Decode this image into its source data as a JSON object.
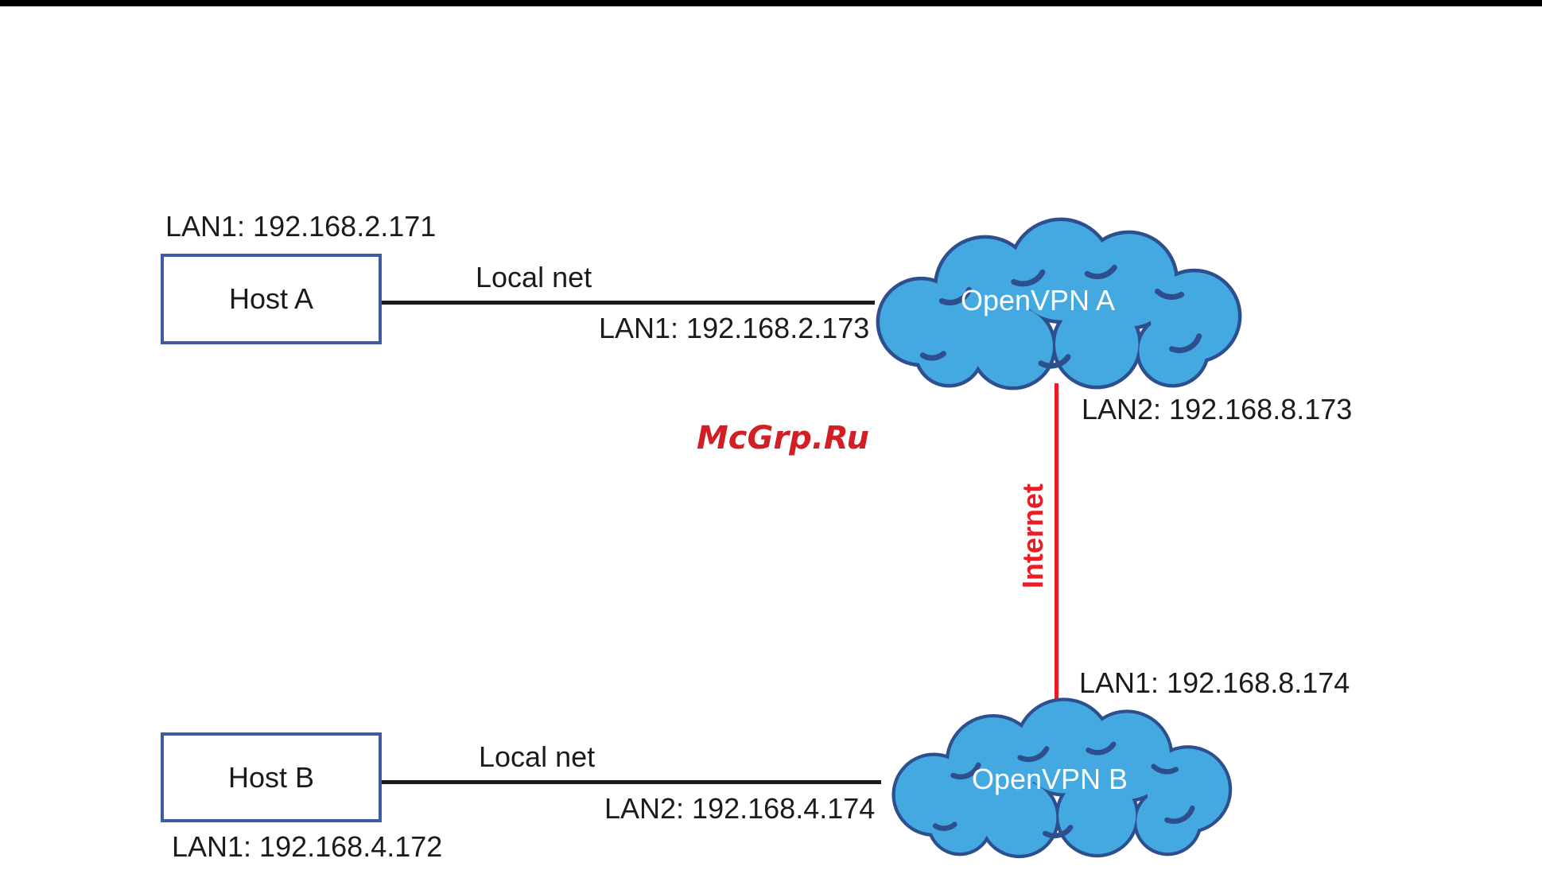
{
  "page": {
    "background": "#ffffff",
    "top_bar_color": "#000000"
  },
  "watermark": {
    "text": "McGrp.Ru"
  },
  "colors": {
    "background": "#ffffff",
    "bar": "#000000",
    "label": "#1b1b1b",
    "cloud_fill": "#44A9E0",
    "cloud_stroke": "#2E4F8E",
    "cloud_text": "#ffffff",
    "box_border": "#3C5C9E",
    "link_line": "#1b1b1b",
    "internet_line": "#ED1C24",
    "watermark_red": "#D21F26"
  },
  "nodes": {
    "host_a": {
      "label": "Host A",
      "ip_label": "LAN1: 192.168.2.171"
    },
    "host_b": {
      "label": "Host B",
      "ip_label": "LAN1: 192.168.4.172"
    },
    "openvpn_a": {
      "label": "OpenVPN A"
    },
    "openvpn_b": {
      "label": "OpenVPN B"
    }
  },
  "links": {
    "local_net_a": {
      "label": "Local net",
      "ip_label": "LAN1: 192.168.2.173"
    },
    "local_net_b": {
      "label": "Local net",
      "ip_label": "LAN2: 192.168.4.174"
    },
    "internet": {
      "label": "Internet",
      "top_ip_label": "LAN2: 192.168.8.173",
      "bottom_ip_label": "LAN1: 192.168.8.174"
    }
  }
}
